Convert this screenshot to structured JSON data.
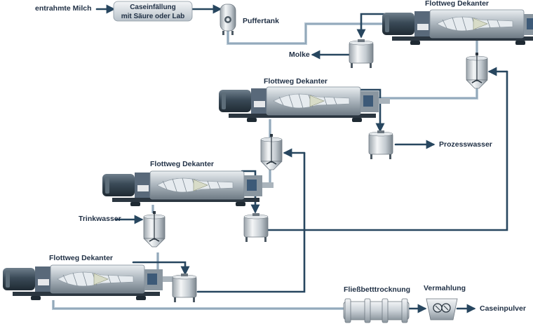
{
  "labels": {
    "milk": "entrahmte Milch",
    "precip_line1": "Caseinfällung",
    "precip_line2": "mit Säure oder Lab",
    "buffer": "Puffertank",
    "whey": "Molke",
    "decanter": "Flottweg Dekanter",
    "process_water": "Prozesswasser",
    "drinking_water": "Trinkwasser",
    "dryer": "Fließbetttrocknung",
    "mill": "Vermahlung",
    "product": "Caseinpulver"
  },
  "colors": {
    "pipe_dark": "#27465f",
    "pipe_light": "#b9c9d6",
    "pipe_mid": "#7f98ac",
    "text": "#1f2f44",
    "machine_body": "#cfd6dc",
    "machine_dark": "#3b4a56"
  }
}
